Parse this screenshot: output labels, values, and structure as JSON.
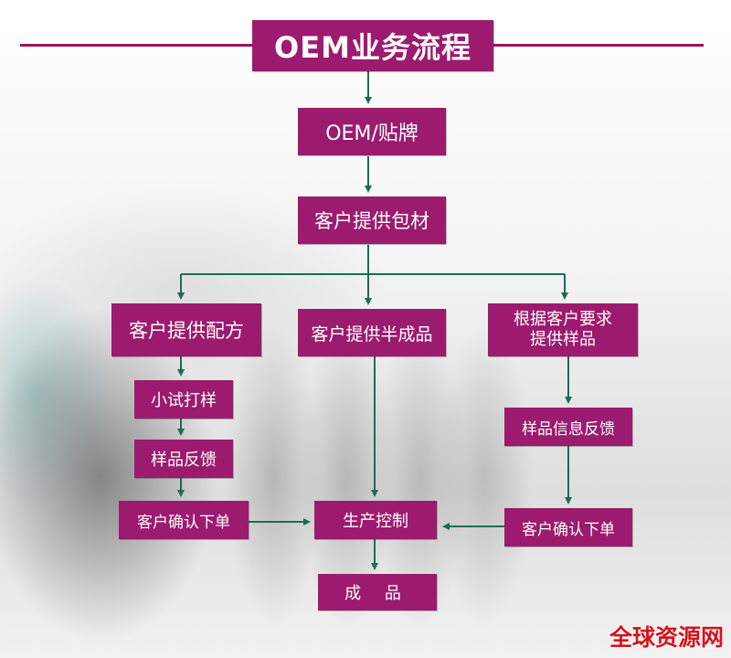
{
  "diagram": {
    "title": "OEM业务流程",
    "oem": "OEM/贴牌",
    "packaging": "客户提供包材",
    "branch_formula": "客户提供配方",
    "branch_semi": "客户提供半成品",
    "branch_sample_line1": "根据客户要求",
    "branch_sample_line2": "提供样品",
    "trial": "小试打样",
    "feedback": "样品反馈",
    "order_left": "客户确认下单",
    "production": "生产控制",
    "info_feedback": "样品信息反馈",
    "order_right": "客户确认下单",
    "final": "成 品"
  },
  "watermark": "全球资源网",
  "colors": {
    "box": "#9c1b6f",
    "title_line": "#a0105f",
    "arrow": "#1d6b57",
    "watermark": "#d6121a"
  }
}
